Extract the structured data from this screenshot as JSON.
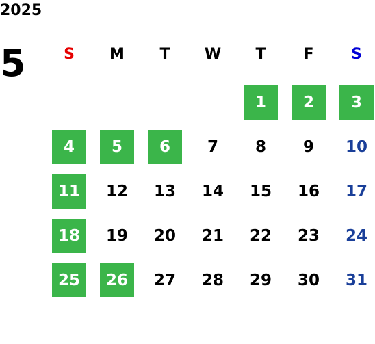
{
  "calendar": {
    "year": "2025",
    "month": "5",
    "highlight_color": "#3bb54a",
    "sunday_header_color": "#e60000",
    "saturday_header_color": "#0000d6",
    "saturday_date_color": "#1a3f99",
    "weekdays": [
      "S",
      "M",
      "T",
      "W",
      "T",
      "F",
      "S"
    ],
    "weeks": [
      [
        null,
        null,
        null,
        null,
        {
          "day": "1",
          "highlighted": true
        },
        {
          "day": "2",
          "highlighted": true
        },
        {
          "day": "3",
          "highlighted": true
        }
      ],
      [
        {
          "day": "4",
          "highlighted": true
        },
        {
          "day": "5",
          "highlighted": true
        },
        {
          "day": "6",
          "highlighted": true
        },
        {
          "day": "7",
          "highlighted": false
        },
        {
          "day": "8",
          "highlighted": false
        },
        {
          "day": "9",
          "highlighted": false
        },
        {
          "day": "10",
          "highlighted": false
        }
      ],
      [
        {
          "day": "11",
          "highlighted": true
        },
        {
          "day": "12",
          "highlighted": false
        },
        {
          "day": "13",
          "highlighted": false
        },
        {
          "day": "14",
          "highlighted": false
        },
        {
          "day": "15",
          "highlighted": false
        },
        {
          "day": "16",
          "highlighted": false
        },
        {
          "day": "17",
          "highlighted": false
        }
      ],
      [
        {
          "day": "18",
          "highlighted": true
        },
        {
          "day": "19",
          "highlighted": false
        },
        {
          "day": "20",
          "highlighted": false
        },
        {
          "day": "21",
          "highlighted": false
        },
        {
          "day": "22",
          "highlighted": false
        },
        {
          "day": "23",
          "highlighted": false
        },
        {
          "day": "24",
          "highlighted": false
        }
      ],
      [
        {
          "day": "25",
          "highlighted": true
        },
        {
          "day": "26",
          "highlighted": true
        },
        {
          "day": "27",
          "highlighted": false
        },
        {
          "day": "28",
          "highlighted": false
        },
        {
          "day": "29",
          "highlighted": false
        },
        {
          "day": "30",
          "highlighted": false
        },
        {
          "day": "31",
          "highlighted": false
        }
      ]
    ]
  }
}
